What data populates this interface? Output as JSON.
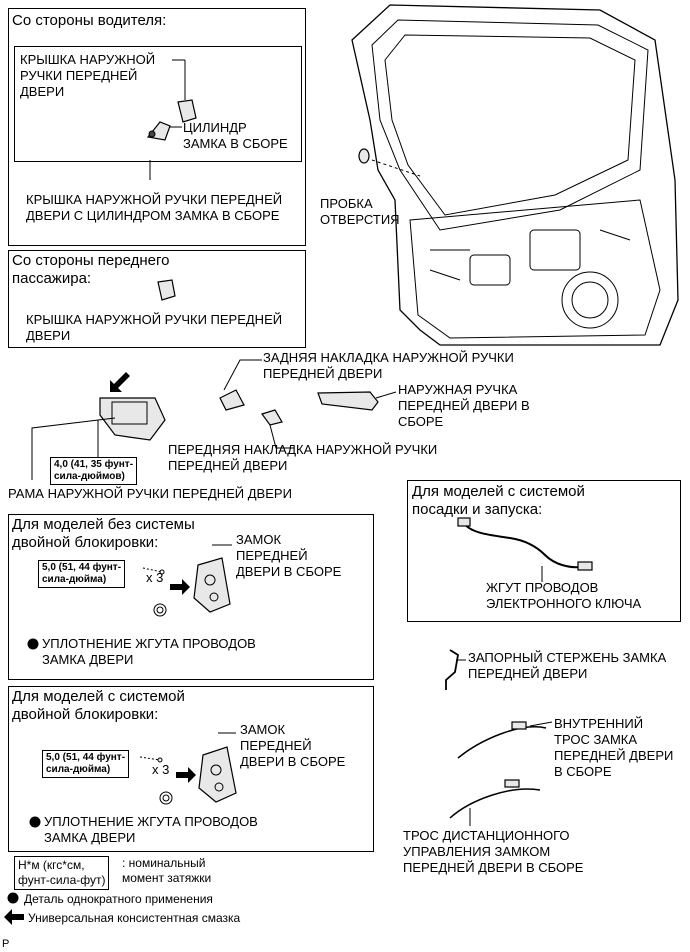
{
  "driver_side": {
    "heading": "Со стороны водителя:",
    "cover_label": "КРЫШКА НАРУЖНОЙ\nРУЧКИ ПЕРЕДНЕЙ\nДВЕРИ",
    "cylinder_label": "ЦИЛИНДР\nЗАМКА В СБОРЕ",
    "assembly_label": "КРЫШКА НАРУЖНОЙ РУЧКИ ПЕРЕДНЕЙ\nДВЕРИ С ЦИЛИНДРОМ ЗАМКА В СБОРЕ"
  },
  "passenger_side": {
    "heading": "Со стороны переднего\nпассажира:",
    "cover_label": "КРЫШКА НАРУЖНОЙ РУЧКИ ПЕРЕДНЕЙ\nДВЕРИ"
  },
  "hole_plug_label": "ПРОБКА\nОТВЕРСТИЯ",
  "rear_pad_label": "ЗАДНЯЯ НАКЛАДКА НАРУЖНОЙ РУЧКИ\nПЕРЕДНЕЙ ДВЕРИ",
  "outside_handle_label": "НАРУЖНАЯ РУЧКА\nПЕРЕДНЕЙ ДВЕРИ В\nСБОРЕ",
  "front_pad_label": "ПЕРЕДНЯЯ НАКЛАДКА НАРУЖНОЙ РУЧКИ\nПЕРЕДНЕЙ ДВЕРИ",
  "frame_torque": "4,0 (41, 35 фунт-\nсила-дюймов)",
  "frame_label": "РАМА НАРУЖНОЙ РУЧКИ ПЕРЕДНЕЙ ДВЕРИ",
  "smart_key": {
    "heading": "Для моделей с системой\nпосадки и запуска:",
    "wire_label": "ЖГУТ ПРОВОДОВ\nЭЛЕКТРОННОГО КЛЮЧА"
  },
  "no_double_lock": {
    "heading": "Для моделей без системы\nдвойной блокировки:",
    "torque": "5,0 (51, 44 фунт-\nсила-дюйма)",
    "qty": "x 3",
    "lock_label": "ЗАМОК\nПЕРЕДНЕЙ\nДВЕРИ В СБОРЕ",
    "seal_label": "УПЛОТНЕНИЕ ЖГУТА ПРОВОДОВ\nЗАМКА ДВЕРИ"
  },
  "double_lock": {
    "heading": "Для моделей с системой\nдвойной блокировки:",
    "torque": "5,0 (51, 44 фунт-\nсила-дюйма)",
    "qty": "x 3",
    "lock_label": "ЗАМОК\nПЕРЕДНЕЙ\nДВЕРИ В СБОРЕ",
    "seal_label": "УПЛОТНЕНИЕ ЖГУТА ПРОВОДОВ\nЗАМКА ДВЕРИ"
  },
  "lock_rod_label": "ЗАПОРНЫЙ СТЕРЖЕНЬ ЗАМКА\nПЕРЕДНЕЙ ДВЕРИ",
  "inside_cable_label": "ВНУТРЕННИЙ\nТРОС ЗАМКА\nПЕРЕДНЕЙ ДВЕРИ\nВ СБОРЕ",
  "remote_cable_label": "ТРОС ДИСТАНЦИОННОГО\nУПРАВЛЕНИЯ ЗАМКОМ\nПЕРЕДНЕЙ ДВЕРИ В СБОРЕ",
  "legend": {
    "torque_unit": "Н*м (кгс*см,\nфунт-сила-фут)",
    "torque_desc": ": номинальный\nмомент затяжки",
    "non_reusable": "Деталь однократного применения",
    "grease": "Универсальная консистентная смазка"
  },
  "footer_mark": "P"
}
